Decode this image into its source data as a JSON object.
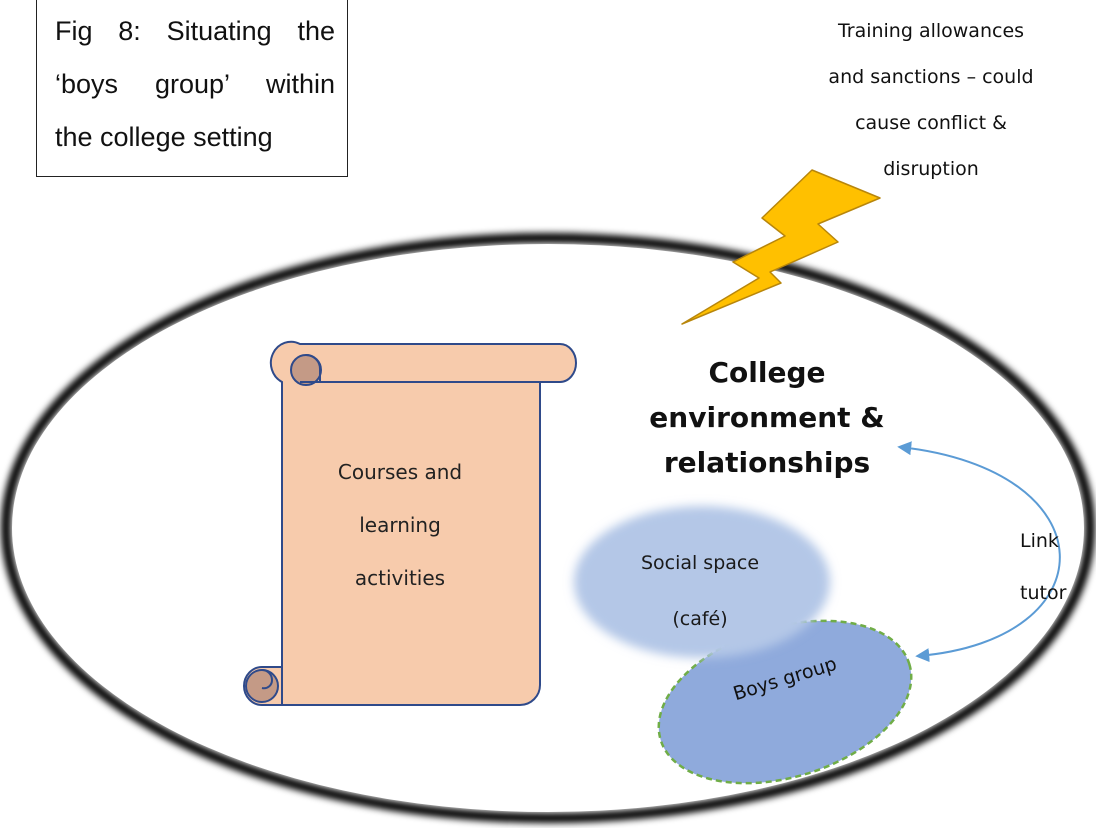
{
  "caption": {
    "lines": [
      "Fig 8: Situating the",
      "‘boys group’ within",
      "the college setting"
    ]
  },
  "top_note": {
    "lines": [
      "Training allowances",
      "and sanctions – could",
      "cause conflict &",
      "disruption"
    ]
  },
  "environment_title": {
    "lines": [
      "College",
      "environment &",
      "relationships"
    ]
  },
  "scroll": {
    "lines": [
      "Courses and",
      "learning",
      "activities"
    ]
  },
  "social_space": {
    "lines": [
      "Social space",
      "(café)"
    ]
  },
  "boys_group": {
    "label": "Boys group"
  },
  "link_tutor": {
    "lines": [
      "Link",
      "tutor"
    ]
  },
  "colors": {
    "scroll_fill": "#f7cbac",
    "scroll_curl": "#c49a86",
    "scroll_outline": "#2f4a8a",
    "social_fill": "#b4c7e7",
    "boys_fill": "#8faadc",
    "boys_border": "#70ad47",
    "lightning_fill": "#ffc000",
    "lightning_outline": "#b8860b",
    "arrow": "#5b9bd5",
    "ellipse_border": "#000000"
  },
  "icons": [
    "lightning-icon",
    "scroll-icon",
    "double-arrow-icon"
  ]
}
